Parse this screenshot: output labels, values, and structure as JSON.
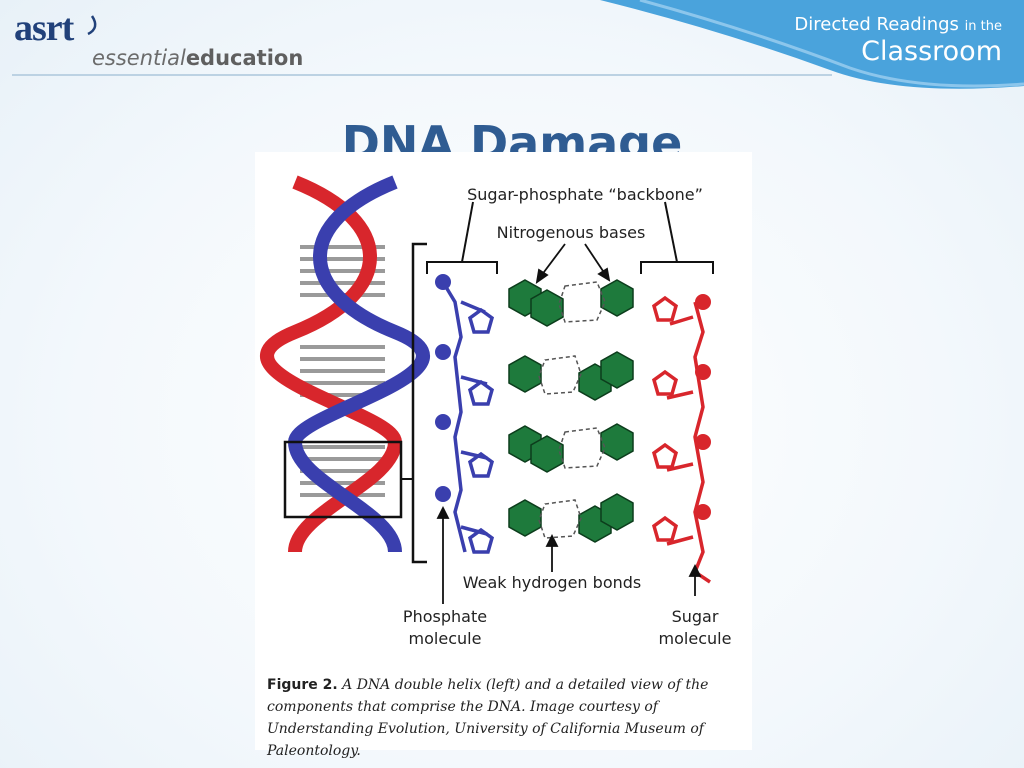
{
  "header": {
    "logo_main": "asrt",
    "logo_sub_light": "essential",
    "logo_sub_bold": "education",
    "banner_line1": "Directed Readings",
    "banner_line1_small": "in the",
    "banner_line2": "Classroom"
  },
  "slide": {
    "title": "DNA Damage"
  },
  "figure": {
    "label_backbone": "Sugar-phosphate “backbone”",
    "label_bases": "Nitrogenous bases",
    "label_hbonds": "Weak hydrogen bonds",
    "label_phosphate_1": "Phosphate",
    "label_phosphate_2": "molecule",
    "label_sugar_1": "Sugar",
    "label_sugar_2": "molecule",
    "caption_lead": "Figure 2.",
    "caption_body": " A DNA double helix (left) and a detailed view of the components that comprise the DNA. Image courtesy of Understanding Evolution, University of California Museum of Paleontology."
  },
  "colors": {
    "title": "#2f5c92",
    "banner": "#4aa3dc",
    "strand_blue": "#3a3fae",
    "strand_red": "#d8262c",
    "base_green": "#1e7a3c"
  }
}
